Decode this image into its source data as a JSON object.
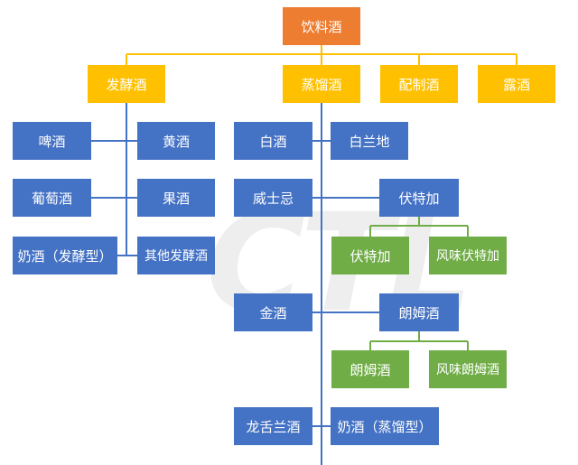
{
  "root": "饮料酒",
  "categories": {
    "fermented": "发酵酒",
    "distilled": "蒸馏酒",
    "blended": "配制酒",
    "lu": "露酒"
  },
  "fermented_items": {
    "beer": "啤酒",
    "huangjiu": "黄酒",
    "wine": "葡萄酒",
    "fruit": "果酒",
    "milk": "奶酒（发酵型）",
    "other": "其他发酵酒"
  },
  "distilled_items": {
    "baijiu": "白酒",
    "brandy": "白兰地",
    "whisky": "威士忌",
    "vodka": "伏特加",
    "gin": "金酒",
    "rum": "朗姆酒",
    "tequila": "龙舌兰酒",
    "milk": "奶酒（蒸馏型）"
  },
  "vodka_sub": {
    "plain": "伏特加",
    "flavored": "风味伏特加"
  },
  "rum_sub": {
    "plain": "朗姆酒",
    "flavored": "风味朗姆酒"
  },
  "watermark": "CTL",
  "colors": {
    "root": "#ed7d31",
    "category": "#ffc000",
    "item": "#4472c4",
    "subtype": "#70ad47",
    "connector_category": "#ffc000",
    "connector_item": "#4472c4",
    "connector_subtype": "#70ad47"
  }
}
